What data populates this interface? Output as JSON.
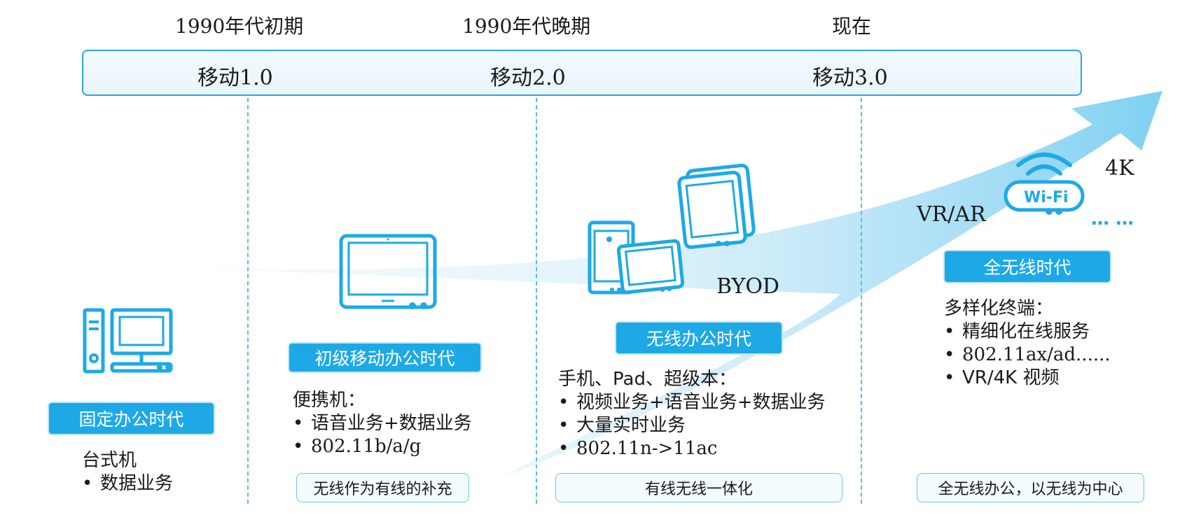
{
  "eras": [
    "1990年代初期",
    "1990年代晚期",
    "现在"
  ],
  "mobile": [
    "移动1.0",
    "移动2.0",
    "移动3.0"
  ],
  "col1": {
    "tag": "固定办公时代",
    "device": "台式机",
    "items": [
      "数据业务"
    ]
  },
  "col2": {
    "tag": "初级移动办公时代",
    "device": "便携机：",
    "items": [
      "语音业务+数据业务",
      "802.11b/a/g"
    ],
    "box": "无线作为有线的补充"
  },
  "col3": {
    "tag": "无线办公时代",
    "byod": "BYOD",
    "device": "手机、Pad、超级本：",
    "items": [
      "视频业务+语音业务+数据业务",
      "大量实时业务",
      "802.11n->11ac"
    ],
    "box": "有线无线一体化"
  },
  "col4": {
    "tag": "全无线时代",
    "wifi": "Wi-Fi",
    "vr": "VR/AR",
    "k4": "4K",
    "dots": "… …",
    "device": "多样化终端：",
    "items": [
      "精细化在线服务",
      "802.11ax/ad......",
      "VR/4K 视频"
    ],
    "box": "全无线办公，以无线为中心"
  },
  "bullet": "•",
  "colors": {
    "accent": "#1ea9e6",
    "line": "#5bbbe8"
  }
}
